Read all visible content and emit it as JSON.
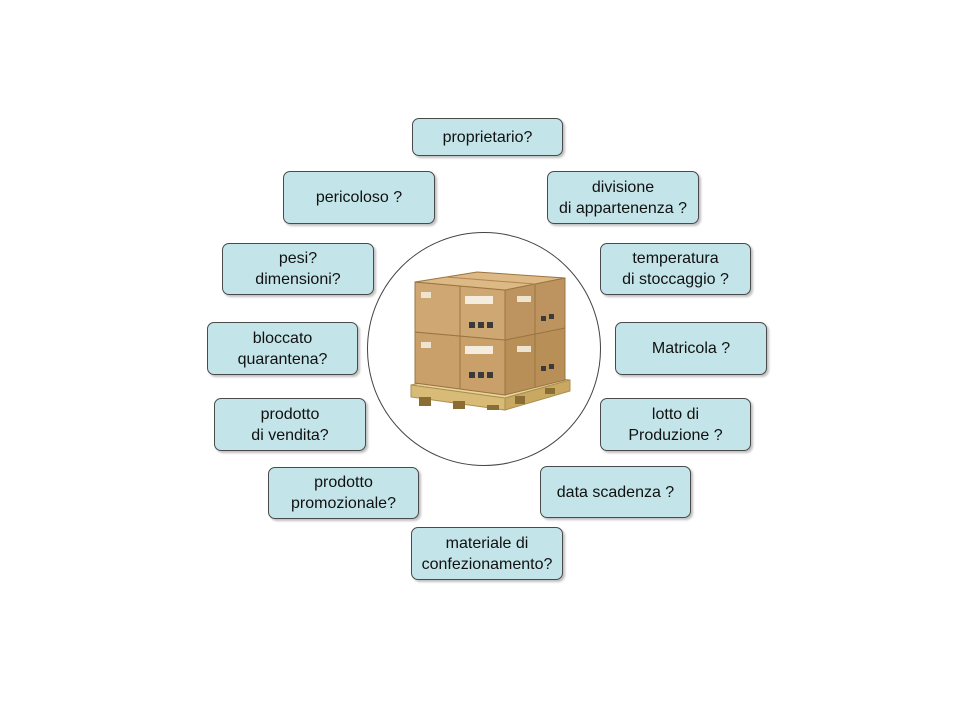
{
  "center": {
    "icon": "pallet-of-boxes-icon"
  },
  "questions": [
    {
      "id": "proprietario",
      "label": "proprietario?"
    },
    {
      "id": "divisione",
      "label": "divisione\ndi appartenenza ?"
    },
    {
      "id": "temperatura",
      "label": "temperatura\ndi stoccaggio ?"
    },
    {
      "id": "matricola",
      "label": "Matricola ?"
    },
    {
      "id": "lotto",
      "label": "lotto di\nProduzione ?"
    },
    {
      "id": "scadenza",
      "label": "data scadenza ?"
    },
    {
      "id": "materiale",
      "label": "materiale di\nconfezionamento?"
    },
    {
      "id": "promozionale",
      "label": "prodotto\npromozionale?"
    },
    {
      "id": "vendita",
      "label": "prodotto\ndi vendita?"
    },
    {
      "id": "bloccato",
      "label": "bloccato\nquarantena?"
    },
    {
      "id": "pesi",
      "label": "pesi?\n dimensioni?"
    },
    {
      "id": "pericoloso",
      "label": "pericoloso ?"
    }
  ],
  "colors": {
    "box_fill": "#c3e4e8",
    "box_border": "#4a4a4a",
    "cardboard": "#c9a06a",
    "pallet": "#e0c585"
  }
}
